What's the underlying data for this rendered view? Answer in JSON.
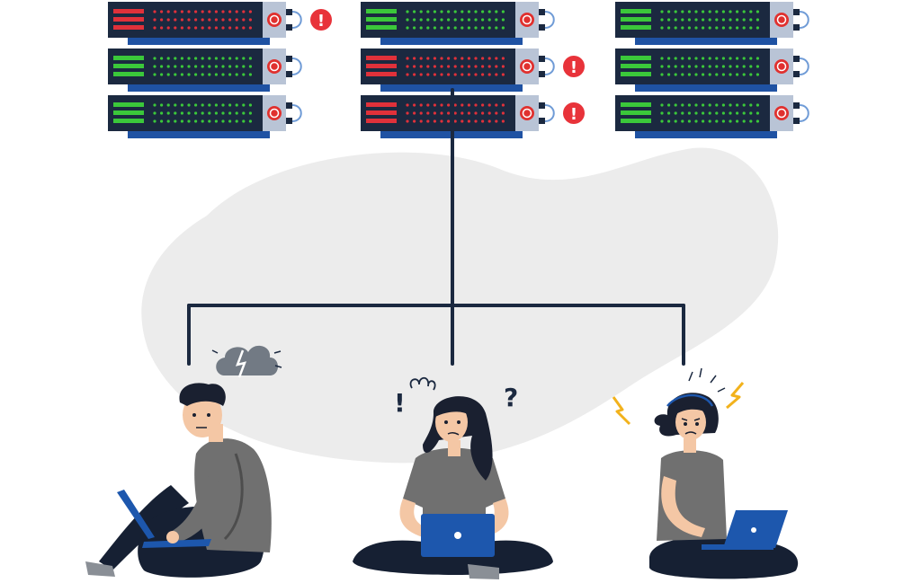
{
  "colors": {
    "background": "#ffffff",
    "blob": "#ececec",
    "server_body": "#1b2940",
    "server_base": "#1f52a3",
    "server_panel": "#b9c4d6",
    "power_ring": "#e0312f",
    "status_ok": "#3bc83a",
    "status_error": "#e0313a",
    "alert": "#e8333a",
    "connector": "#1b2940",
    "shirt": "#707070",
    "pants": "#162033",
    "skin": "#f4c7a5",
    "hair": "#1a2030",
    "laptop": "#1d57ad",
    "lightning": "#f2b21c",
    "cloud": "#727a84"
  },
  "alerts": {
    "exclamation": "!"
  },
  "thought_marks": {
    "exclaim": "!",
    "question": "?"
  },
  "server_racks": [
    {
      "name": "left",
      "units": [
        {
          "status": "error",
          "alert": true
        },
        {
          "status": "ok",
          "alert": false
        },
        {
          "status": "ok",
          "alert": false
        }
      ]
    },
    {
      "name": "center",
      "units": [
        {
          "status": "ok",
          "alert": false
        },
        {
          "status": "error",
          "alert": true
        },
        {
          "status": "error",
          "alert": true
        }
      ]
    },
    {
      "name": "right",
      "units": [
        {
          "status": "ok",
          "alert": false
        },
        {
          "status": "ok",
          "alert": false
        },
        {
          "status": "ok",
          "alert": false
        }
      ]
    }
  ],
  "users": [
    {
      "name": "man-frustrated",
      "mood_icon": "storm-cloud-icon"
    },
    {
      "name": "woman-confused",
      "mood_icon": "question-marks-icon"
    },
    {
      "name": "woman-angry",
      "mood_icon": "lightning-icon"
    }
  ]
}
